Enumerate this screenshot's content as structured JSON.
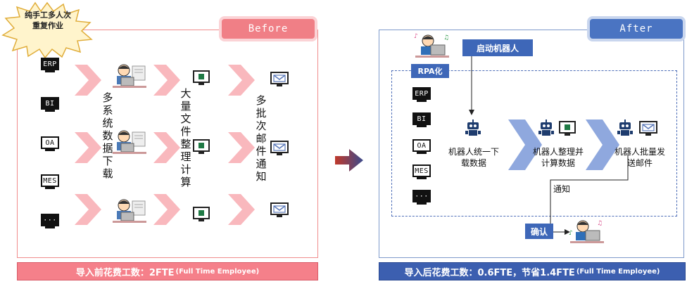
{
  "before": {
    "tab_label": "Before",
    "burst_text": "纯手工多人次重复作业",
    "systems": [
      "ERP",
      "BI",
      "OA",
      "MES",
      "···"
    ],
    "steps": [
      "多系统数据下载",
      "大量文件整理计算",
      "多批次邮件通知"
    ],
    "footer_main": "导入前花费工数：2FTE",
    "footer_note": "(Full Time Employee)"
  },
  "after": {
    "tab_label": "After",
    "start_label": "启动机器人",
    "rpa_label": "RPA化",
    "systems": [
      "ERP",
      "BI",
      "OA",
      "MES",
      "···"
    ],
    "steps": [
      "机器人统一下载数据",
      "机器人整理并计算数据",
      "机器人批量发送邮件"
    ],
    "notify_label": "通知",
    "confirm_label": "确认",
    "footer_main": "导入后花费工数：0.6FTE，节省1.4FTE",
    "footer_note": "(Full Time Employee)"
  },
  "colors": {
    "before_accent": "#f07f86",
    "after_accent": "#3e67b8",
    "before_chevron": "#f9b8bd",
    "after_chevron": "#8fa8de"
  }
}
